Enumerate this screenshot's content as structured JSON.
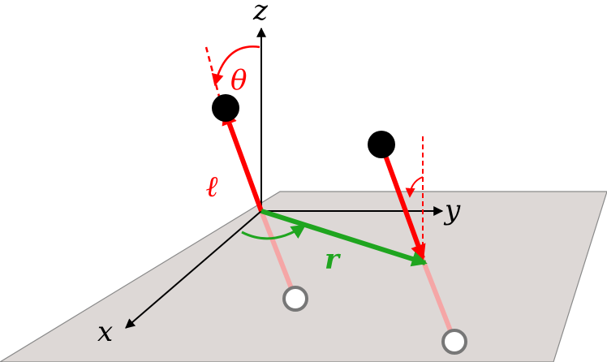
{
  "labels": {
    "x_axis": "x",
    "y_axis": "y",
    "z_axis": "z",
    "theta": "θ",
    "ell": "ℓ",
    "r": "r"
  },
  "colors": {
    "plane_fill": "#ddd8d6",
    "plane_stroke": "#8a8a8a",
    "axis": "#000000",
    "rod": "#ff0000",
    "rod_shadow": "#f5a6a6",
    "vector_r": "#1fa51f",
    "bob": "#000000",
    "hollow_bob_stroke": "#777777"
  },
  "icons": {
    "bob": "filled-circle",
    "shadow_bob": "hollow-circle"
  }
}
